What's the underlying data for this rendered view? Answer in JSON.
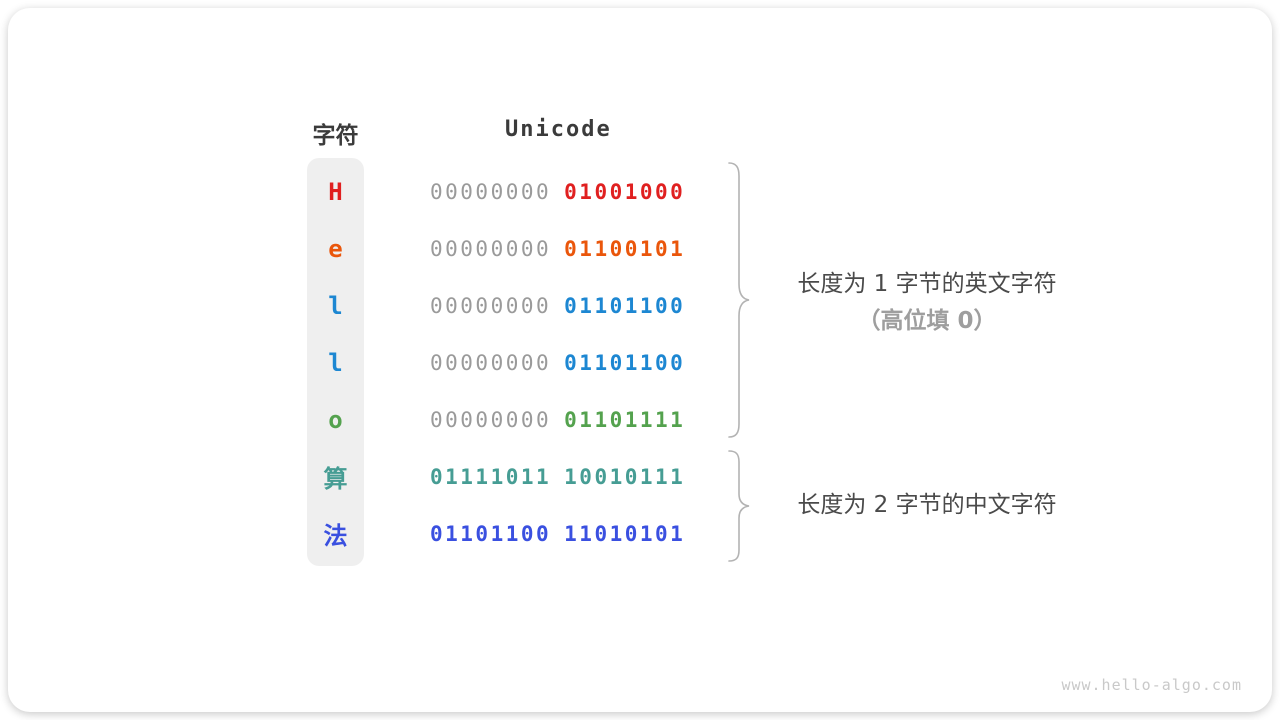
{
  "header": {
    "char_col": "字符",
    "unicode_col": "Unicode"
  },
  "table": {
    "rows": [
      {
        "char": "H",
        "char_color": "#e02020",
        "byte1": "00000000",
        "byte1_color": "#9a9a9a",
        "byte1_weight": "400",
        "byte2": "01001000",
        "byte2_color": "#e02020"
      },
      {
        "char": "e",
        "char_color": "#ea560b",
        "byte1": "00000000",
        "byte1_color": "#9a9a9a",
        "byte1_weight": "400",
        "byte2": "01100101",
        "byte2_color": "#ea560b"
      },
      {
        "char": "l",
        "char_color": "#1d87d2",
        "byte1": "00000000",
        "byte1_color": "#9a9a9a",
        "byte1_weight": "400",
        "byte2": "01101100",
        "byte2_color": "#1d87d2"
      },
      {
        "char": "l",
        "char_color": "#1d87d2",
        "byte1": "00000000",
        "byte1_color": "#9a9a9a",
        "byte1_weight": "400",
        "byte2": "01101100",
        "byte2_color": "#1d87d2"
      },
      {
        "char": "o",
        "char_color": "#54a24e",
        "byte1": "00000000",
        "byte1_color": "#9a9a9a",
        "byte1_weight": "400",
        "byte2": "01101111",
        "byte2_color": "#54a24e"
      },
      {
        "char": "算",
        "char_color": "#469d94",
        "byte1": "01111011",
        "byte1_color": "#469d94",
        "byte1_weight": "700",
        "byte2": "10010111",
        "byte2_color": "#469d94"
      },
      {
        "char": "法",
        "char_color": "#3a50e0",
        "byte1": "01101100",
        "byte1_color": "#3a50e0",
        "byte1_weight": "700",
        "byte2": "11010101",
        "byte2_color": "#3a50e0"
      }
    ]
  },
  "annotations": {
    "english": {
      "line1": "长度为 1 字节的英文字符",
      "line2": "（高位填 0）"
    },
    "chinese": {
      "line1": "长度为 2 字节的中文字符"
    }
  },
  "watermark": "www.hello-algo.com",
  "colors": {
    "header_text": "#3b3b3b",
    "gray_bits": "#9a9a9a",
    "char_column_bg": "#efefef",
    "brace": "#b3b3b3",
    "note_text": "#4a4a4a",
    "note_sub_text": "#9e9e9e",
    "watermark_text": "#c9c9c9"
  }
}
